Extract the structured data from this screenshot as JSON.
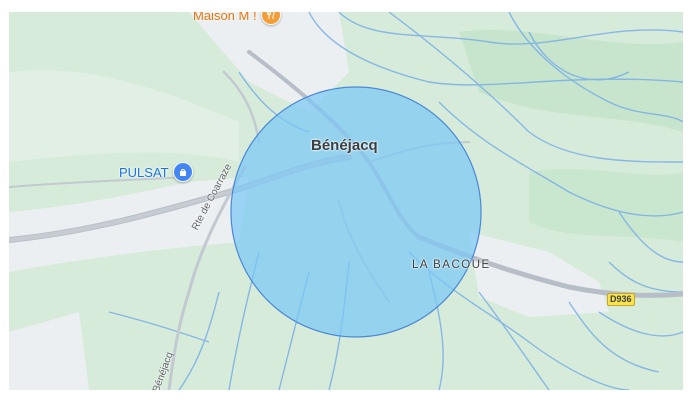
{
  "map": {
    "place_title": "Bénéjacq",
    "place_subtitle": "LA BACOUE",
    "road_badge": "D936",
    "street_labels": {
      "coarraze": "Rte de Coarraze",
      "benejacq": "Bénéjacq"
    },
    "pois": {
      "pulsat": {
        "label": "PULSAT",
        "icon": "shopping-bag-icon"
      },
      "maison": {
        "label": "Maison M !",
        "icon": "restaurant-icon"
      }
    },
    "radius_overlay": {
      "fill": "#7cc8f5",
      "stroke": "#4a88d8"
    },
    "colors": {
      "land": "#d4ead8",
      "urban": "#eef0f2",
      "road": "#b7bec8",
      "river": "#7aaee6"
    }
  }
}
